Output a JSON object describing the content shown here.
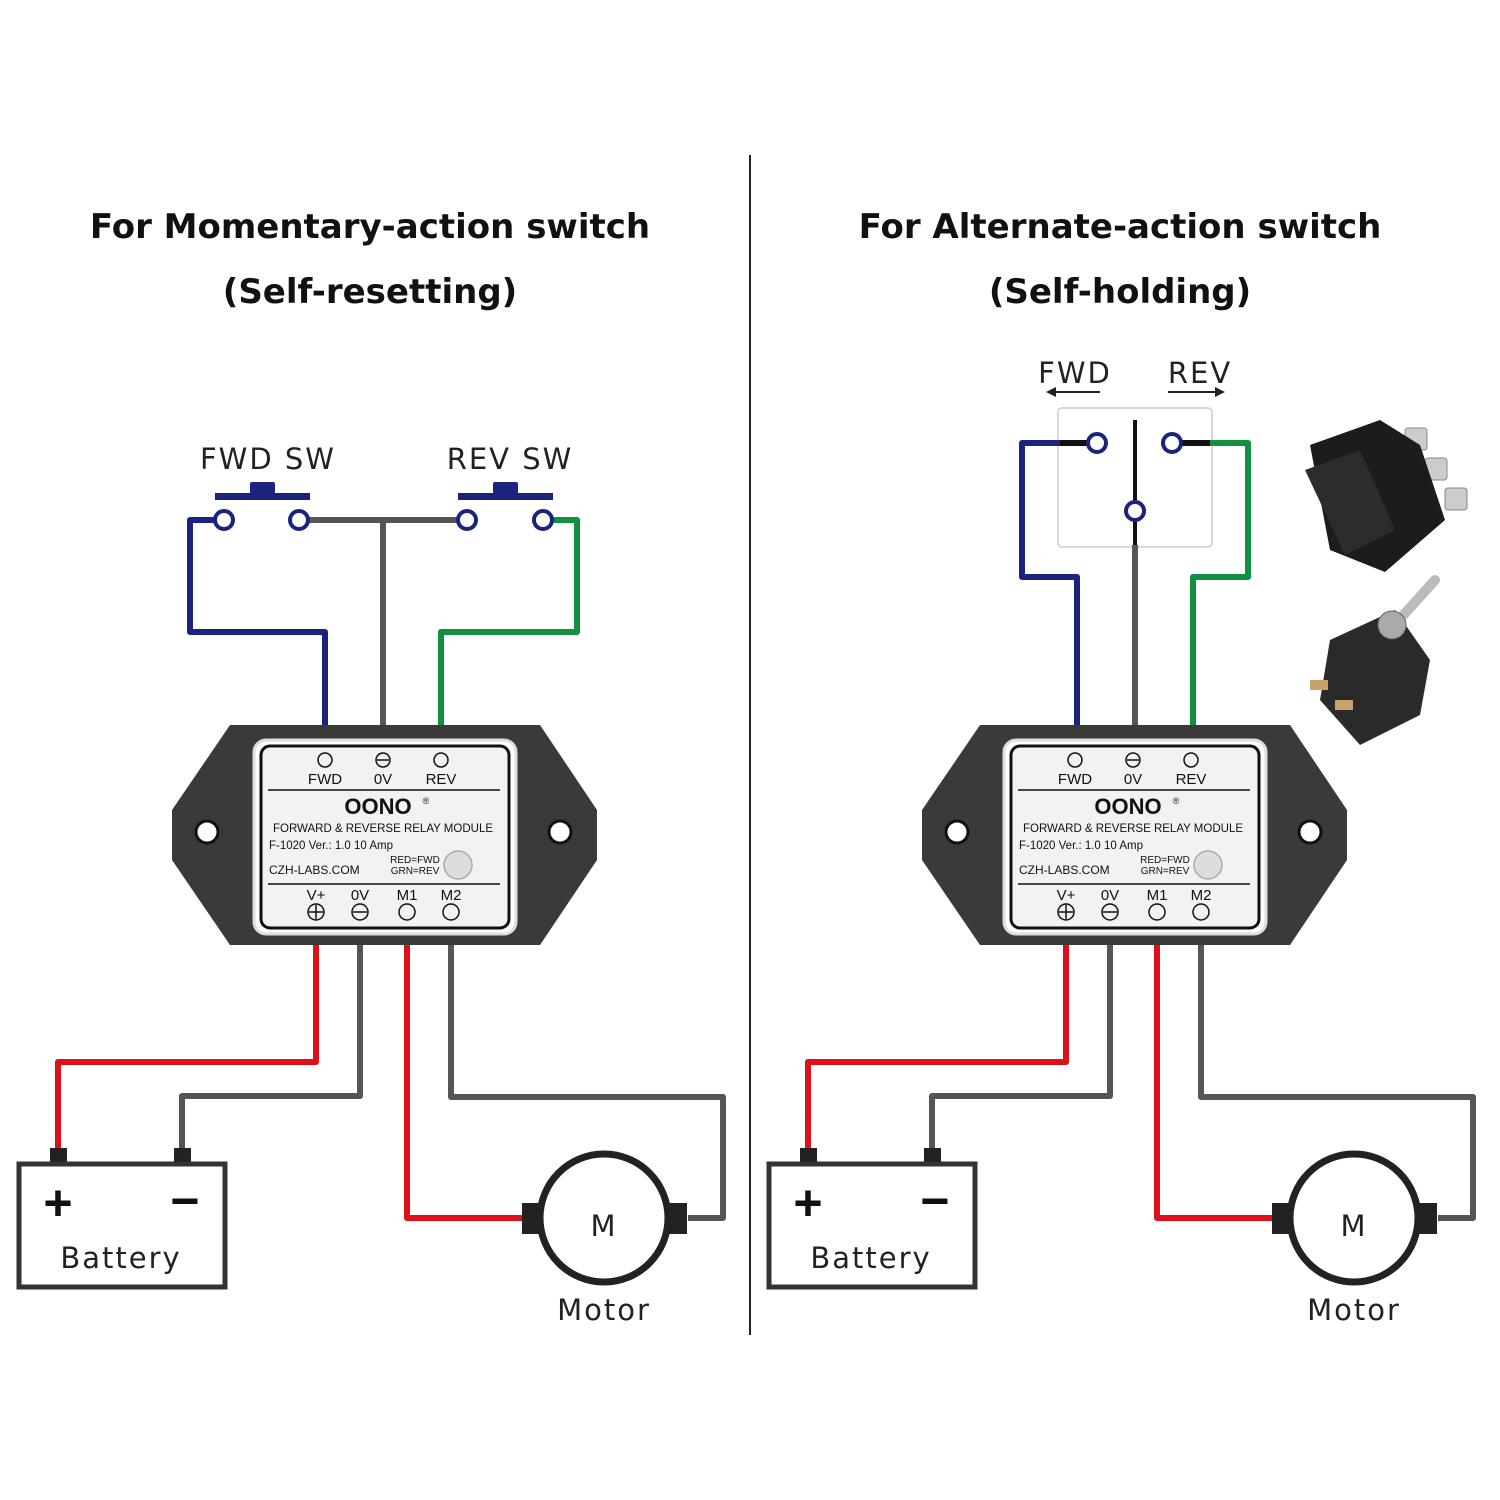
{
  "panels": [
    {
      "title": "For Momentary-action switch",
      "subtitle": "(Self-resetting)",
      "switch_labels": [
        "FWD SW",
        "REV SW"
      ]
    },
    {
      "title": "For Alternate-action switch",
      "subtitle": "(Self-holding)",
      "switch_labels": [
        "FWD",
        "REV"
      ]
    }
  ],
  "module": {
    "top_terminals": [
      "FWD",
      "0V",
      "REV"
    ],
    "brand": "OONO",
    "brand_mark": "®",
    "name": "FORWARD & REVERSE RELAY MODULE",
    "model": "F-1020 Ver.: 1.0   10 Amp",
    "website": "CZH-LABS.COM",
    "led_legend_1": "RED=FWD",
    "led_legend_2": "GRN=REV",
    "bottom_terminals": [
      "V+",
      "0V",
      "M1",
      "M2"
    ]
  },
  "battery": {
    "label": "Battery",
    "plus": "+",
    "minus": "−"
  },
  "motor": {
    "symbol": "M",
    "label": "Motor"
  },
  "colors": {
    "blue": "#1a237e",
    "green": "#109040",
    "gray": "#555555",
    "red": "#e0101a",
    "module_body": "#3a3a3a"
  }
}
